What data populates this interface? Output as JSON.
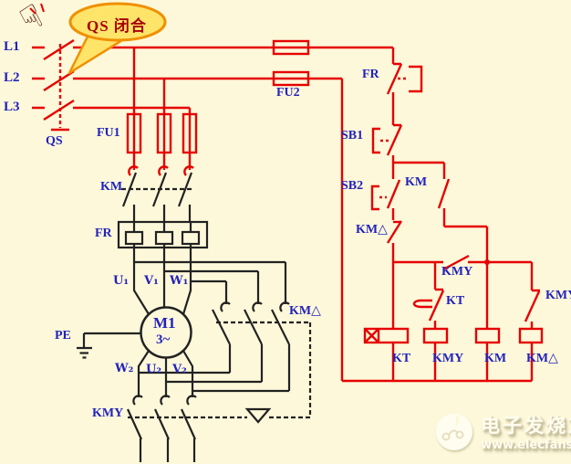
{
  "callout": {
    "text": "QS 闭合"
  },
  "labels": {
    "l1": "L1",
    "l2": "L2",
    "l3": "L3",
    "qs": "QS",
    "fu1": "FU1",
    "fu2": "FU2",
    "km_main": "KM",
    "fr_main": "FR",
    "u1": "U₁",
    "v1": "V₁",
    "w1": "W₁",
    "motor_name": "M1",
    "motor_phase": "3~",
    "pe": "PE",
    "w2": "W₂",
    "u2": "U₂",
    "v2": "V₂",
    "kmy_main": "KMY",
    "km_delta_main": "KM△",
    "fr_ctrl": "FR",
    "sb1": "SB1",
    "sb2": "SB2",
    "km_aux": "KM",
    "km_delta_nc": "KM△",
    "kmy_no": "KMY",
    "kt_contact": "KT",
    "kmy_nc": "KMY",
    "coil_kt": "KT",
    "coil_kmy": "KMY",
    "coil_km": "KM",
    "coil_km_delta": "KM△"
  },
  "watermark": {
    "brand": "电子发烧友",
    "url": "www.elecfans.com"
  },
  "colors": {
    "background": "#fdf8da",
    "live_wire": "#e60000",
    "dead_wire": "#222222",
    "label_text": "#2222bb",
    "callout_fill": "#ffe46a",
    "callout_border": "#f09000",
    "callout_text": "#a80000",
    "watermark_text": "#fffdf0"
  }
}
